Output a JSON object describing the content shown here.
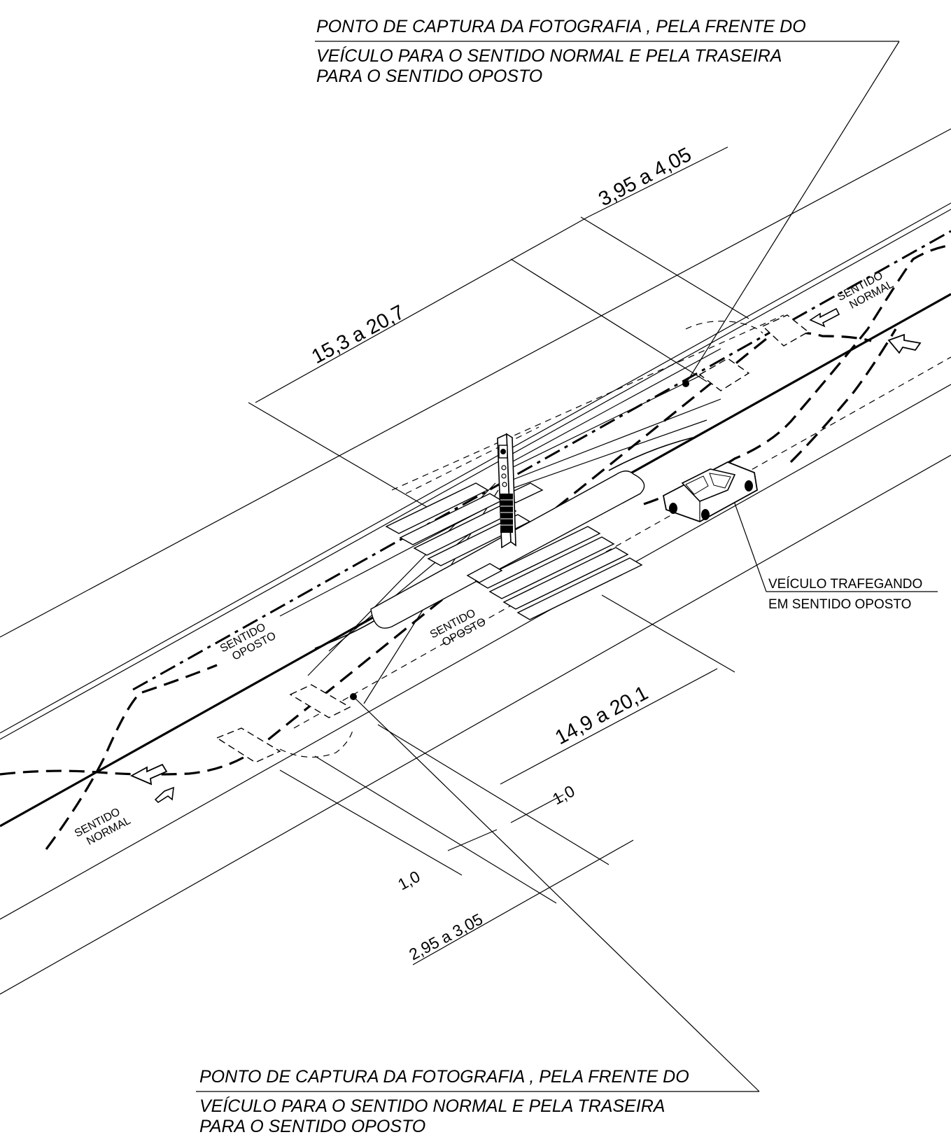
{
  "annotations": {
    "top": {
      "line1": "PONTO DE CAPTURA DA FOTOGRAFIA , PELA FRENTE DO",
      "line2": "VEÍCULO PARA O SENTIDO NORMAL E PELA TRASEIRA",
      "line3": "PARA O SENTIDO OPOSTO"
    },
    "bottom": {
      "line1": "PONTO DE CAPTURA DA FOTOGRAFIA , PELA FRENTE DO",
      "line2": "VEÍCULO PARA O SENTIDO NORMAL E PELA TRASEIRA",
      "line3": "PARA O SENTIDO OPOSTO"
    },
    "vehicle": {
      "line1": "VEÍCULO TRAFEGANDO",
      "line2": "EM SENTIDO OPOSTO"
    }
  },
  "dimensions": {
    "top_short": "3,95  a  4,05",
    "top_long": "15,3  a  20,7",
    "bottom_long": "14,9  a  20,1",
    "gap_right": "1,0",
    "gap_left": "1,0",
    "bottom_short": "2,95  a  3,05"
  },
  "directions": {
    "normal_top": {
      "line1": "SENTIDO",
      "line2": "NORMAL"
    },
    "normal_bottom": {
      "line1": "SENTIDO",
      "line2": "NORMAL"
    },
    "oposto_left": {
      "line1": "SENTIDO",
      "line2": "OPOSTO"
    },
    "oposto_center": {
      "line1": "SENTIDO",
      "line2": "OPOSTO"
    }
  }
}
